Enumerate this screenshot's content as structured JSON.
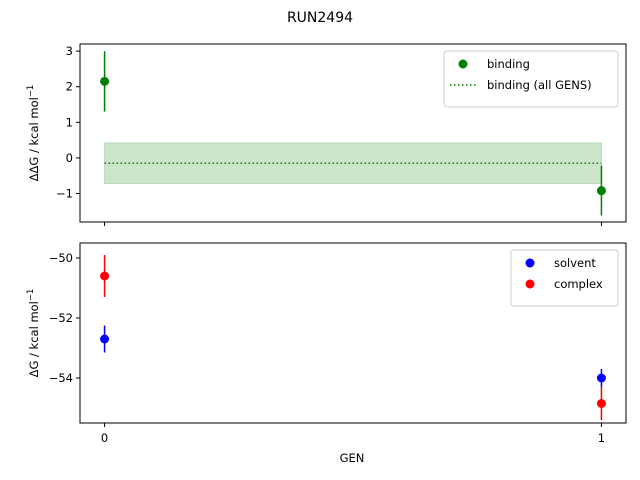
{
  "chart_data": {
    "title": "RUN2494",
    "xlabel": "GEN",
    "x_ticks": [
      0,
      1
    ],
    "panels": [
      {
        "type": "scatter",
        "ylabel_main": "ΔΔG / kcal mol",
        "ylabel_exp": "−1",
        "ylim": [
          -1.8,
          3.2
        ],
        "y_ticks": [
          3,
          2,
          1,
          0,
          -1
        ],
        "y_tick_labels": [
          "3",
          "2",
          "1",
          "0",
          "−1"
        ],
        "grid": false,
        "legend_position": "top-right",
        "series": [
          {
            "name": "binding",
            "color": "#008000",
            "kind": "points",
            "x": [
              0,
              1
            ],
            "y": [
              2.15,
              -0.92
            ],
            "yerr": [
              0.85,
              0.7
            ]
          }
        ],
        "reference_lines": [
          {
            "name": "binding (all GENS)",
            "color": "#008000",
            "style": "dotted",
            "x_range": [
              0,
              1
            ],
            "value": -0.15,
            "band": [
              -0.72,
              0.42
            ]
          }
        ]
      },
      {
        "type": "scatter",
        "ylabel_main": "ΔG / kcal mol",
        "ylabel_exp": "−1",
        "ylim": [
          -55.5,
          -49.5
        ],
        "y_ticks": [
          -50,
          -52,
          -54
        ],
        "y_tick_labels": [
          "−50",
          "−52",
          "−54"
        ],
        "grid": false,
        "legend_position": "top-right",
        "series": [
          {
            "name": "solvent",
            "color": "#0000ff",
            "kind": "points",
            "x": [
              0,
              1
            ],
            "y": [
              -52.7,
              -54.0
            ],
            "yerr": [
              0.45,
              0.3
            ]
          },
          {
            "name": "complex",
            "color": "#ff0000",
            "kind": "points",
            "x": [
              0,
              1
            ],
            "y": [
              -50.6,
              -54.85
            ],
            "yerr": [
              0.7,
              0.55
            ]
          }
        ]
      }
    ]
  }
}
